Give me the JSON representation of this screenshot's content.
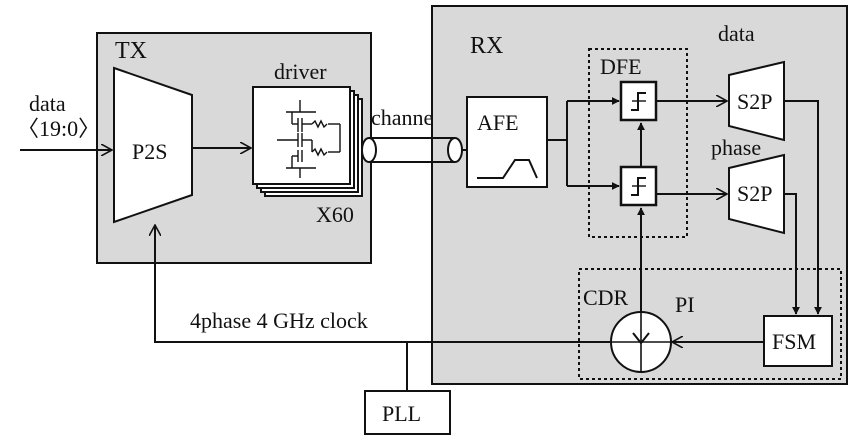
{
  "tx": {
    "title": "TX",
    "input_label_1": "data",
    "input_label_2": "〈19:0〉",
    "serializer": "P2S",
    "driver_label": "driver",
    "driver_count": "X60"
  },
  "channel_label": "channel",
  "rx": {
    "title": "RX",
    "afe": "AFE",
    "dfe": "DFE",
    "data_label": "data",
    "phase_label": "phase",
    "s2p_data": "S2P",
    "s2p_phase": "S2P",
    "cdr": "CDR",
    "pi": "PI",
    "fsm": "FSM"
  },
  "clock_label": "4phase 4 GHz clock",
  "pll": "PLL",
  "colors": {
    "ink": "#111111",
    "panel": "#d9d9d9",
    "box": "#ffffff"
  }
}
